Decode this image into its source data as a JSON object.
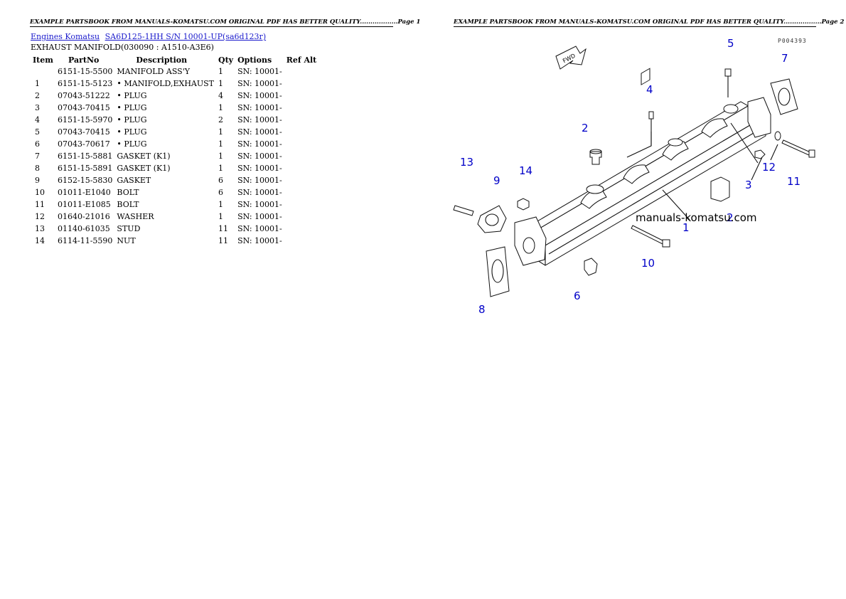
{
  "header": {
    "left": "EXAMPLE PARTSBOOK FROM MANUALS-KOMATSU.COM ORIGINAL PDF HAS BETTER QUALITY..................Page 1",
    "right": "EXAMPLE PARTSBOOK FROM MANUALS-KOMATSU.COM ORIGINAL PDF HAS BETTER QUALITY..................Page 2"
  },
  "breadcrumb": {
    "link1": "Engines Komatsu",
    "link2": "SA6D125-1HH S/N 10001-UP(sa6d123r)"
  },
  "section_title": "EXHAUST MANIFOLD(030090 : A1510-A3E6)",
  "table": {
    "headers": [
      "Item",
      "PartNo",
      "Description",
      "Qty",
      "Options",
      "Ref Alt"
    ],
    "rows": [
      [
        "",
        "6151-15-5500",
        "MANIFOLD ASS'Y",
        "1",
        "SN: 10001-",
        ""
      ],
      [
        "1",
        "6151-15-5123",
        "• MANIFOLD,EXHAUST",
        "1",
        "SN: 10001-",
        ""
      ],
      [
        "2",
        "07043-51222",
        "• PLUG",
        "4",
        "SN: 10001-",
        ""
      ],
      [
        "3",
        "07043-70415",
        "• PLUG",
        "1",
        "SN: 10001-",
        ""
      ],
      [
        "4",
        "6151-15-5970",
        "• PLUG",
        "2",
        "SN: 10001-",
        ""
      ],
      [
        "5",
        "07043-70415",
        "• PLUG",
        "1",
        "SN: 10001-",
        ""
      ],
      [
        "6",
        "07043-70617",
        "• PLUG",
        "1",
        "SN: 10001-",
        ""
      ],
      [
        "7",
        "6151-15-5881",
        "GASKET (K1)",
        "1",
        "SN: 10001-",
        ""
      ],
      [
        "8",
        "6151-15-5891",
        "GASKET (K1)",
        "1",
        "SN: 10001-",
        ""
      ],
      [
        "9",
        "6152-15-5830",
        "GASKET",
        "6",
        "SN: 10001-",
        ""
      ],
      [
        "10",
        "01011-E1040",
        "BOLT",
        "6",
        "SN: 10001-",
        ""
      ],
      [
        "11",
        "01011-E1085",
        "BOLT",
        "1",
        "SN: 10001-",
        ""
      ],
      [
        "12",
        "01640-21016",
        "WASHER",
        "1",
        "SN: 10001-",
        ""
      ],
      [
        "13",
        "01140-61035",
        "STUD",
        "11",
        "SN: 10001-",
        ""
      ],
      [
        "14",
        "6114-11-5590",
        "NUT",
        "11",
        "SN: 10001-",
        ""
      ]
    ]
  },
  "diagram": {
    "code": "P004393",
    "fwd_label": "FWD",
    "watermark": "manuals-komatsu.com",
    "callouts": [
      "1",
      "2",
      "3",
      "4",
      "5",
      "6",
      "7",
      "8",
      "9",
      "10",
      "11",
      "12",
      "13",
      "14"
    ]
  }
}
